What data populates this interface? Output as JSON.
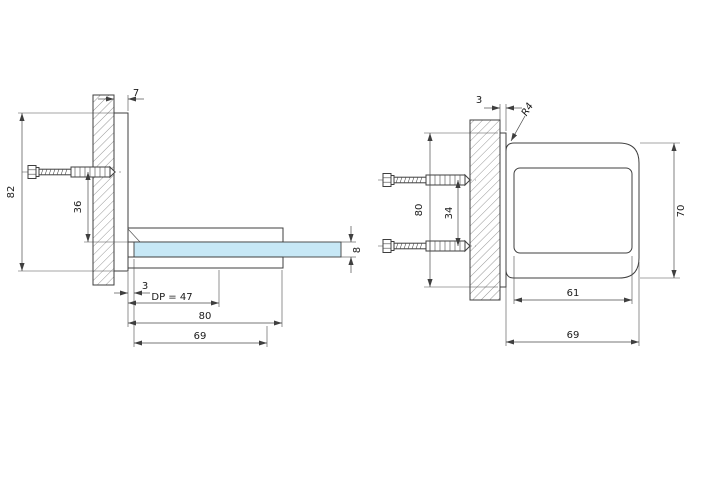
{
  "title": "glass-clamp-technical-drawing",
  "colors": {
    "background": "#ffffff",
    "line": "#3f3f3f",
    "glass": "#c7e8f6"
  },
  "dimensions": {
    "left": {
      "height": "82",
      "anchor_offset": "36",
      "plate_thickness": "7",
      "gap": "3",
      "depth": "DP = 47",
      "total_reach": "80",
      "arm_length": "69",
      "glass_thickness": "8"
    },
    "right": {
      "gap": "3",
      "corner_radius": "R4",
      "plate_height": "80",
      "anchor_spacing": "34",
      "body_height": "70",
      "inner_width": "61",
      "body_width": "69"
    }
  }
}
